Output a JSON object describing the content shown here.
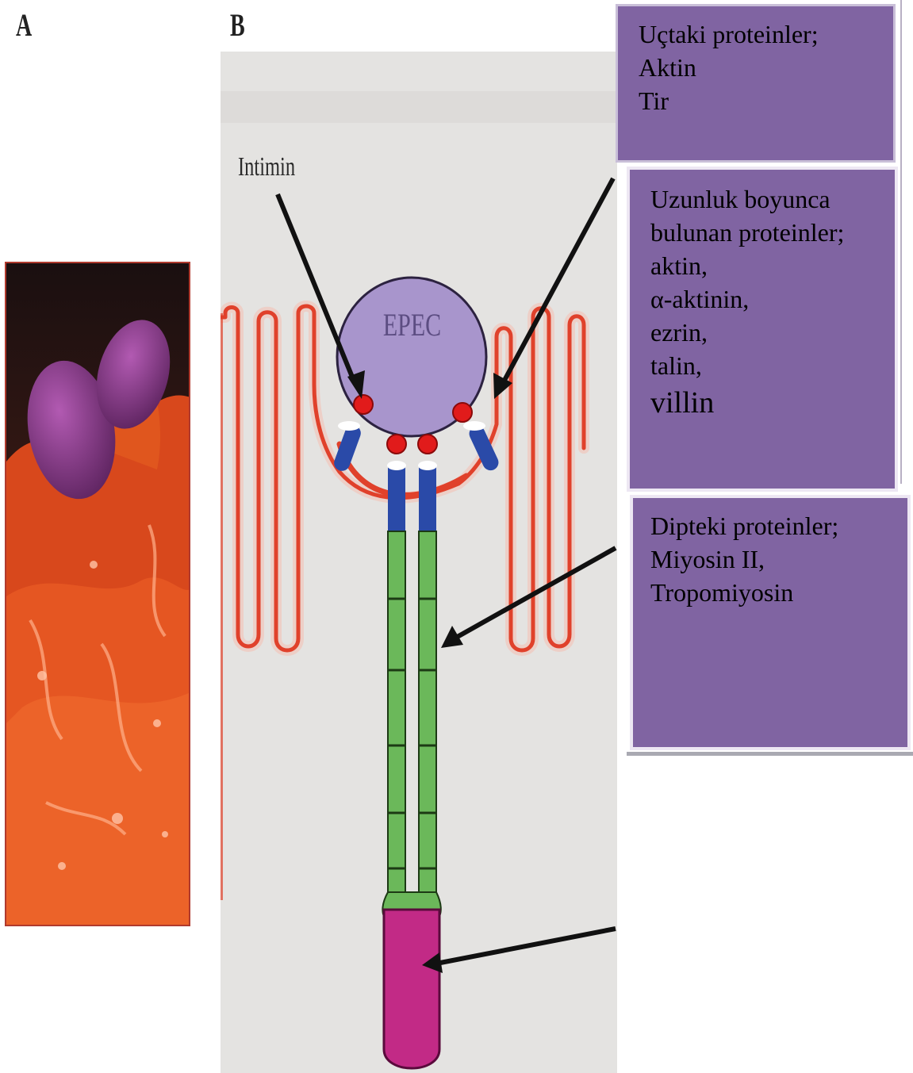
{
  "panels": {
    "a_label": "A",
    "b_label": "B"
  },
  "diagram": {
    "intimin_label": "Intimin",
    "bacterium_label": "EPEC"
  },
  "callouts": {
    "tip": [
      "Uçtaki  proteinler;",
      "Aktin",
      "Tir"
    ],
    "length": [
      "Uzunluk boyunca",
      "bulunan proteinler;",
      "aktin,",
      "α-aktinin,",
      "ezrin,",
      "talin,",
      "villin"
    ],
    "base": [
      "Dipteki  proteinler;",
      "Miyosin II,",
      "Tropomiyosin"
    ]
  },
  "colors": {
    "callout_fill": "#8064a2",
    "epec_fill": "#a895cc",
    "membrane": "#e0412b",
    "pedestal_segments": "#6bb85a",
    "pedestal_base": "#c22a86",
    "tir_blue": "#2a4aa8",
    "intimin_red": "#e11b1b",
    "photo_bacteria": "#8a3a8c",
    "photo_cells": "#e8501f"
  },
  "icons": {
    "photo": "micrograph-image"
  }
}
